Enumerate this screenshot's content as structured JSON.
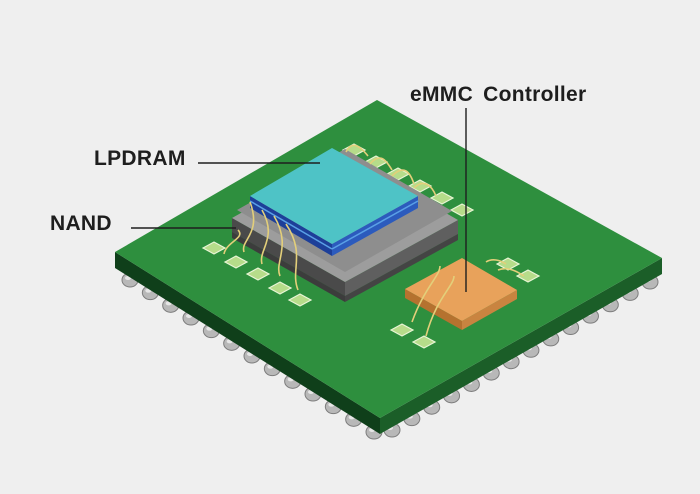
{
  "labels": {
    "lpdram": "LPDRAM",
    "nand": "NAND",
    "emmc_controller": "eMMC  Controller"
  },
  "colors": {
    "background": "#efefef",
    "pcb_top": "#2e8f3e",
    "pcb_side_dark": "#0f3f1a",
    "pcb_side_mid": "#1b5e28",
    "pads": "#b6dc8a",
    "solder_balls": "#b8b8b8",
    "lpdram_top": "#4ec3c6",
    "lpdram_side": "#2c5bbd",
    "nand_top": "#9d9d9d",
    "nand_side": "#5a5a5a",
    "controller_top": "#e8a25b",
    "controller_side": "#b5722f",
    "bond_wires": "#e3cf7a",
    "leader_lines": "#1e1e1e"
  }
}
